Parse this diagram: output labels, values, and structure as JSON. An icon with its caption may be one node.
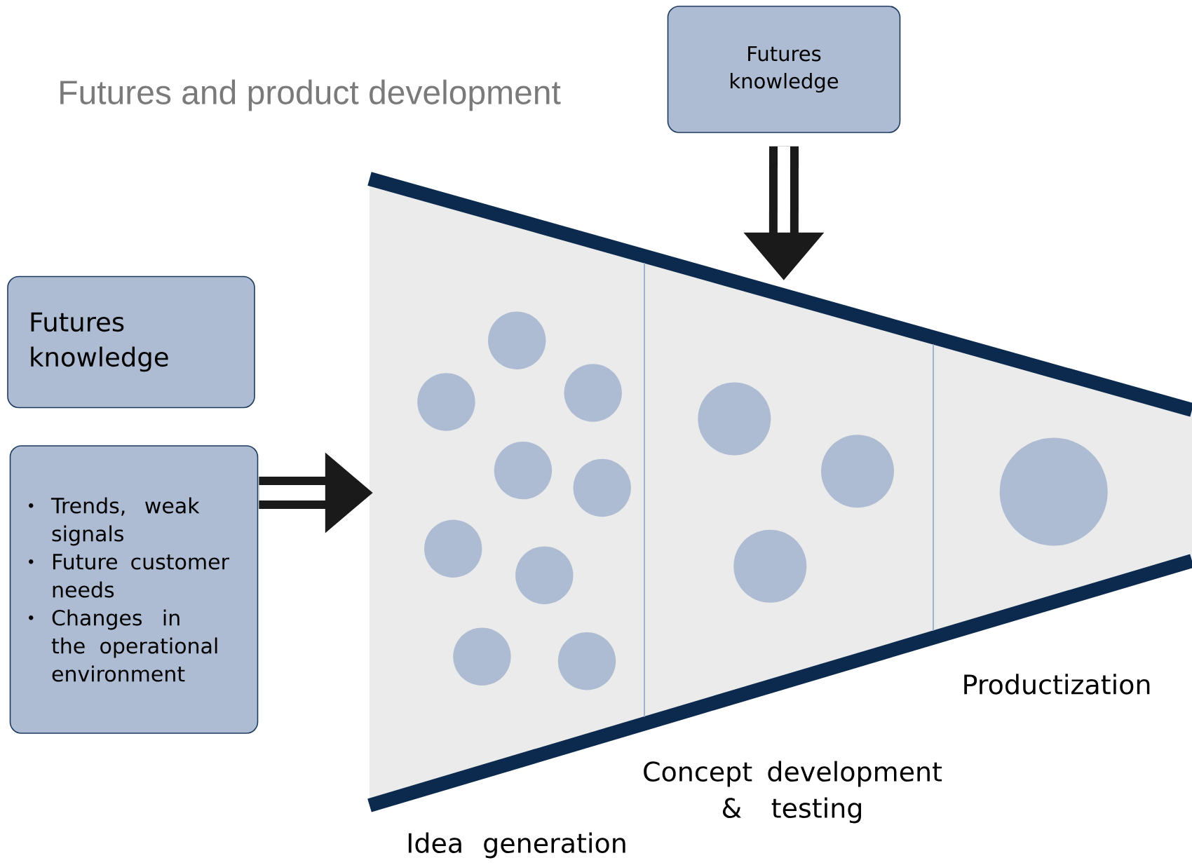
{
  "diagram": {
    "title": "Futures and product development",
    "nodes": [
      {
        "text": [
          "Futures knowledge"
        ]
      },
      {
        "text": [
          "Futures knowledge"
        ]
      },
      {
        "text": [
          "Trends, weak signals",
          "Future customer needs",
          "Changes in the operational environment"
        ]
      },
      {
        "text": [],
        "shape": "funnel"
      }
    ],
    "edges": [
      {
        "from": 0,
        "to": 3,
        "arrow": "to"
      },
      {
        "from": 2,
        "to": 3,
        "arrow": "to"
      }
    ],
    "labels": [
      "Idea generation",
      "Concept development & testing",
      "Productization"
    ]
  }
}
